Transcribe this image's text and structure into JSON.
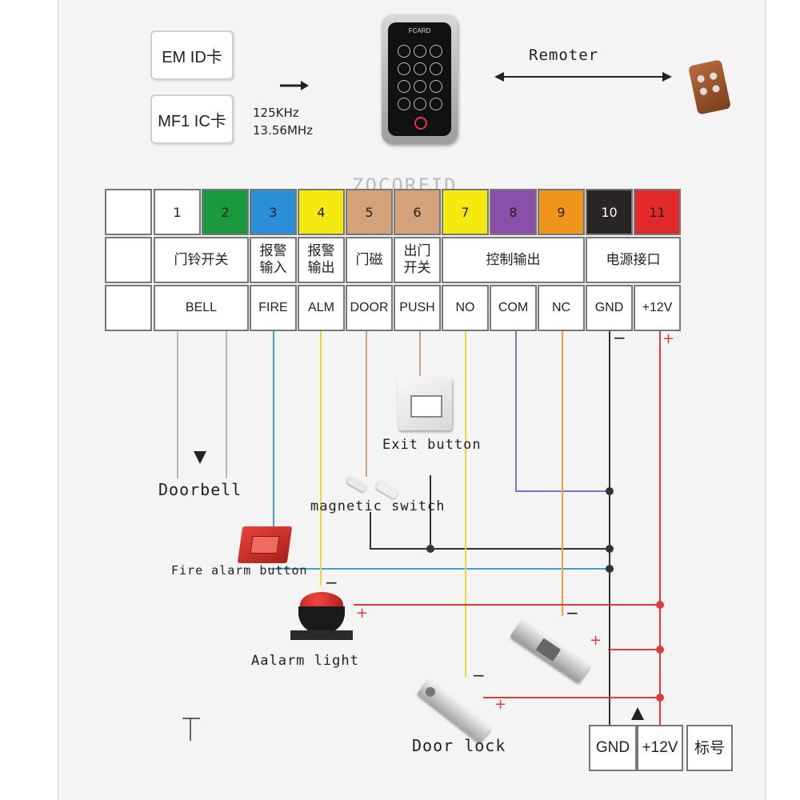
{
  "cards": {
    "em": "EM ID卡",
    "mf": "MF1 IC卡"
  },
  "frequency": {
    "f1": "125KHz",
    "f2": "13.56MHz"
  },
  "reader_brand": "FCARD",
  "remoter_label": "Remoter",
  "watermark": "ZOCORFID",
  "terminals": [
    {
      "num": "1",
      "color": "#ffffff",
      "num_color": "#222222",
      "func": "门铃开关",
      "code": "BELL"
    },
    {
      "num": "2",
      "color": "#1a9a3c",
      "num_color": "#222222"
    },
    {
      "num": "3",
      "color": "#2a8fd6",
      "num_color": "#222222",
      "func_lines": [
        "报警",
        "输入"
      ],
      "code": "FIRE"
    },
    {
      "num": "4",
      "color": "#f4ea10",
      "num_color": "#222222",
      "func_lines": [
        "报警",
        "输出"
      ],
      "code": "ALM"
    },
    {
      "num": "5",
      "color": "#d4a27a",
      "num_color": "#222222",
      "func": "门磁",
      "code": "DOOR"
    },
    {
      "num": "6",
      "color": "#d4a27a",
      "num_color": "#222222",
      "func_lines": [
        "出门",
        "开关"
      ],
      "code": "PUSH"
    },
    {
      "num": "7",
      "color": "#f4ea10",
      "num_color": "#222222",
      "func": "控制输出",
      "code": "NO"
    },
    {
      "num": "8",
      "color": "#8a4fa8",
      "num_color": "#222222",
      "code": "COM"
    },
    {
      "num": "9",
      "color": "#f0951c",
      "num_color": "#222222",
      "code": "NC"
    },
    {
      "num": "10",
      "color": "#2a2626",
      "num_color": "#ffffff",
      "func": "电源接口",
      "code": "GND"
    },
    {
      "num": "11",
      "color": "#e32a2a",
      "num_color": "#222222",
      "code": "+12V"
    }
  ],
  "signs": {
    "minus": "−",
    "plus": "+"
  },
  "components": {
    "exit_button": "Exit button",
    "doorbell": "Doorbell",
    "magnetic_switch": "magnetic switch",
    "fire_alarm_button": "Fire alarm button",
    "alarm_light": "Aalarm light",
    "door_lock": "Door lock"
  },
  "power_box": {
    "gnd": "GND",
    "v12": "+12V",
    "mark": "标号"
  },
  "colors": {
    "wire_gray": "#b8b8b8",
    "wire_blue": "#3aa0d8",
    "wire_yellow": "#e9d640",
    "wire_tan": "#d3a07c",
    "wire_purple": "#8a6fc0",
    "wire_orange": "#f0a040",
    "wire_black": "#333333",
    "wire_red": "#e03a3a"
  }
}
